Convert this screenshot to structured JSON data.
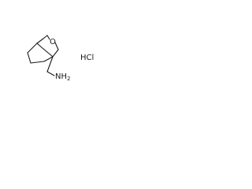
{
  "molecule": {
    "oxygen_label": "O",
    "amine_label": "NH",
    "amine_subscript": "2",
    "salt_label": "HCl"
  },
  "colors": {
    "bond": "#1a1a1a",
    "background": "#ffffff"
  }
}
